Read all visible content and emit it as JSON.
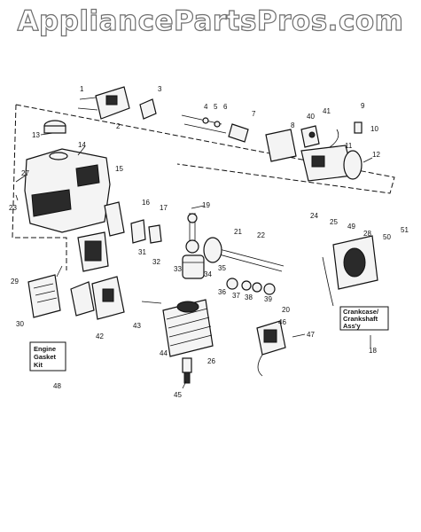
{
  "watermark": "AppliancePartsPros.com",
  "labels": [
    "1",
    "2",
    "3",
    "4",
    "5",
    "6",
    "7",
    "8",
    "9",
    "10",
    "11",
    "12",
    "13",
    "14",
    "15",
    "16",
    "17",
    "19",
    "21",
    "22",
    "23",
    "24",
    "25",
    "26",
    "27",
    "28",
    "29",
    "30",
    "31",
    "32",
    "33",
    "34",
    "35",
    "36",
    "37",
    "38",
    "39",
    "20",
    "40",
    "41",
    "42",
    "43",
    "44",
    "45",
    "46",
    "47",
    "49",
    "50",
    "51",
    "18",
    "48"
  ],
  "boxes": {
    "crankcase": [
      "Crankcase/",
      "Crankshaft",
      "Ass'y"
    ],
    "gasket": [
      "Engine",
      "Gasket",
      "Kit"
    ]
  }
}
